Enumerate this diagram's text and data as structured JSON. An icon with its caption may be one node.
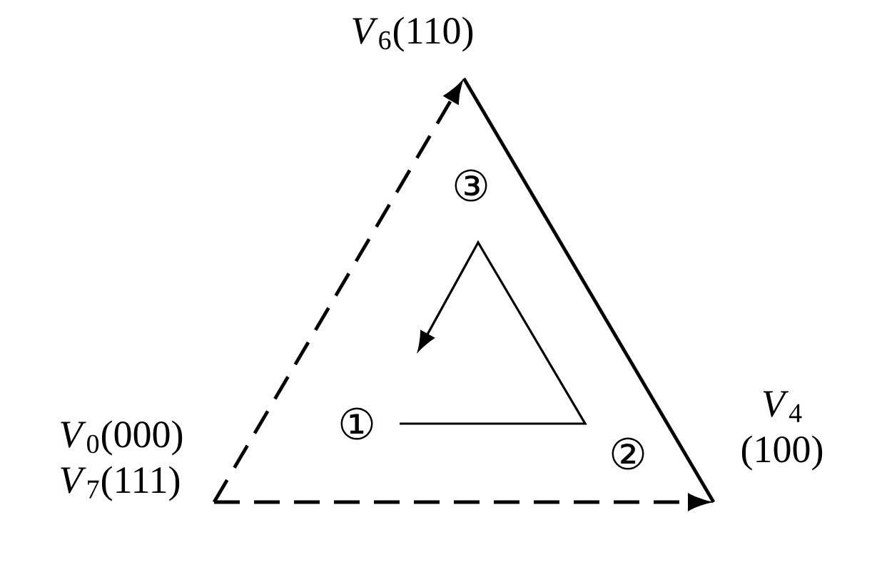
{
  "diagram": {
    "nodes": [
      {
        "text": [
          "*V*$_{6}$(110)"
        ]
      },
      {
        "text": [
          "*V*$_{4}$ (100)"
        ]
      },
      {
        "text": [
          "*V*$_{0}$(000)",
          "*V*$_{7}$(111)"
        ]
      }
    ],
    "edges": [
      {
        "from": 2,
        "to": 0,
        "arrow": "to",
        "style": "dashed"
      },
      {
        "from": 0,
        "to": 1,
        "arrow": "none"
      },
      {
        "from": 2,
        "to": 1,
        "arrow": "to",
        "style": "dashed"
      }
    ],
    "labels": [
      "①",
      "②",
      "③"
    ]
  }
}
